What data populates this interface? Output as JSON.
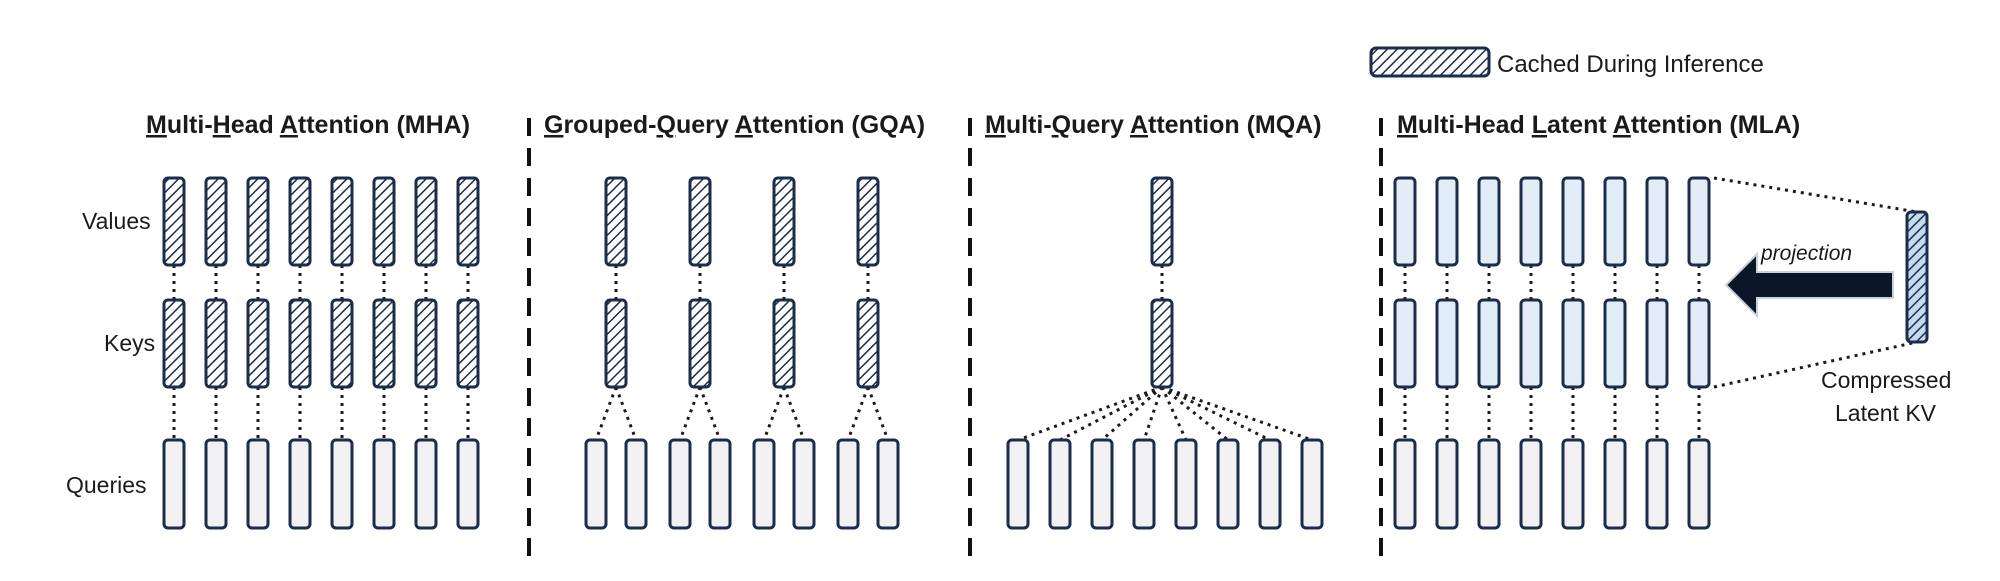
{
  "legend": {
    "label": "Cached During Inference"
  },
  "row_labels": {
    "values": "Values",
    "keys": "Keys",
    "queries": "Queries"
  },
  "panels": [
    {
      "id": "mha",
      "title": [
        {
          "t": "M",
          "u": true
        },
        {
          "t": "ulti-",
          "u": false
        },
        {
          "t": "H",
          "u": true
        },
        {
          "t": "ead ",
          "u": false
        },
        {
          "t": "A",
          "u": true
        },
        {
          "t": "ttention (MHA)",
          "u": false
        }
      ],
      "heads": 8,
      "kv_groups": 8,
      "kv_cached": true
    },
    {
      "id": "gqa",
      "title": [
        {
          "t": "G",
          "u": true
        },
        {
          "t": "rouped-",
          "u": false
        },
        {
          "t": "Q",
          "u": true
        },
        {
          "t": "uery ",
          "u": false
        },
        {
          "t": "A",
          "u": true
        },
        {
          "t": "ttention (GQA)",
          "u": false
        }
      ],
      "heads": 8,
      "kv_groups": 4,
      "kv_cached": true
    },
    {
      "id": "mqa",
      "title": [
        {
          "t": "M",
          "u": true
        },
        {
          "t": "ulti-",
          "u": false
        },
        {
          "t": "Q",
          "u": true
        },
        {
          "t": "uery ",
          "u": false
        },
        {
          "t": "A",
          "u": true
        },
        {
          "t": "ttention (MQA)",
          "u": false
        }
      ],
      "heads": 8,
      "kv_groups": 1,
      "kv_cached": true
    },
    {
      "id": "mla",
      "title": [
        {
          "t": "M",
          "u": true
        },
        {
          "t": "ulti-Head ",
          "u": false
        },
        {
          "t": "L",
          "u": true
        },
        {
          "t": "atent ",
          "u": false
        },
        {
          "t": "A",
          "u": true
        },
        {
          "t": "ttention (MLA)",
          "u": false
        }
      ],
      "heads": 8,
      "kv_groups": 8,
      "kv_cached": false
    }
  ],
  "mla_extras": {
    "projection_label": "projection",
    "compressed_label_line1": "Compressed",
    "compressed_label_line2": "Latent KV"
  },
  "colors": {
    "outline": "#1b2d4a",
    "query_fill": "#f1f1f3",
    "latent_fill": "#e3edf8",
    "arrow": "#0b1626"
  }
}
